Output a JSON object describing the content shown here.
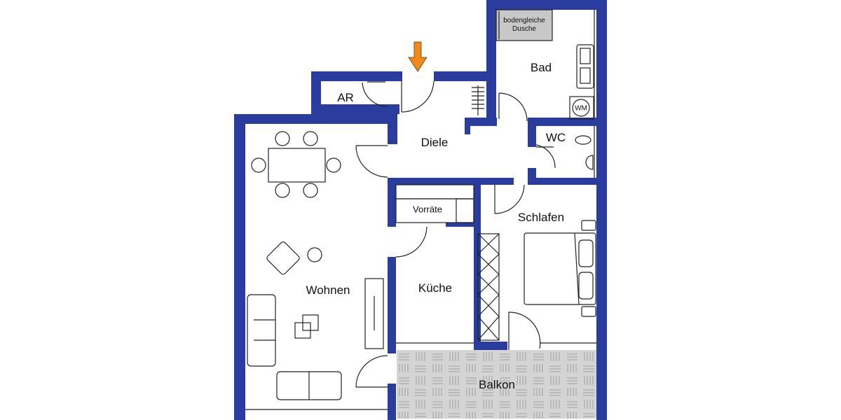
{
  "plan": {
    "type": "apartment floor plan",
    "wall_color": "#2a3c9e",
    "entrance_arrow_color": "#f08a1c",
    "balcony_fill": "#d4d4d4"
  },
  "rooms": {
    "bad": "Bad",
    "shower": "bodengleiche Dusche",
    "washing_machine": "WM",
    "ar": "AR",
    "diele": "Diele",
    "wc": "WC",
    "wohnen": "Wohnen",
    "vorraete": "Vorräte",
    "kueche": "Küche",
    "schlafen": "Schlafen",
    "balkon": "Balkon"
  }
}
